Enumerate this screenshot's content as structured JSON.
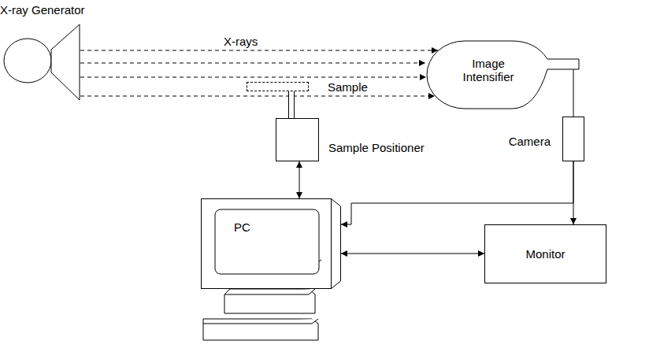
{
  "diagram": {
    "nodes": [
      {
        "text": [
          "X-ray Generator"
        ]
      },
      {
        "text": [
          "Sample"
        ]
      },
      {
        "text": [
          "Image Intensifier"
        ]
      },
      {
        "text": [
          "Sample Positioner"
        ]
      },
      {
        "text": [
          "Camera"
        ]
      },
      {
        "text": [
          "PC"
        ]
      },
      {
        "text": [
          "Monitor"
        ]
      }
    ],
    "edges": [
      {
        "from": 0,
        "to": 2,
        "arrow": "to",
        "label": "X-rays"
      },
      {
        "from": 1,
        "to": 3,
        "arrow": "none"
      },
      {
        "from": 2,
        "to": 4,
        "arrow": "none"
      },
      {
        "from": 3,
        "to": 5,
        "arrow": "both"
      },
      {
        "from": 4,
        "to": 6,
        "arrow": "to"
      },
      {
        "from": 4,
        "to": 5,
        "arrow": "to"
      },
      {
        "from": 5,
        "to": 6,
        "arrow": "both"
      }
    ]
  }
}
